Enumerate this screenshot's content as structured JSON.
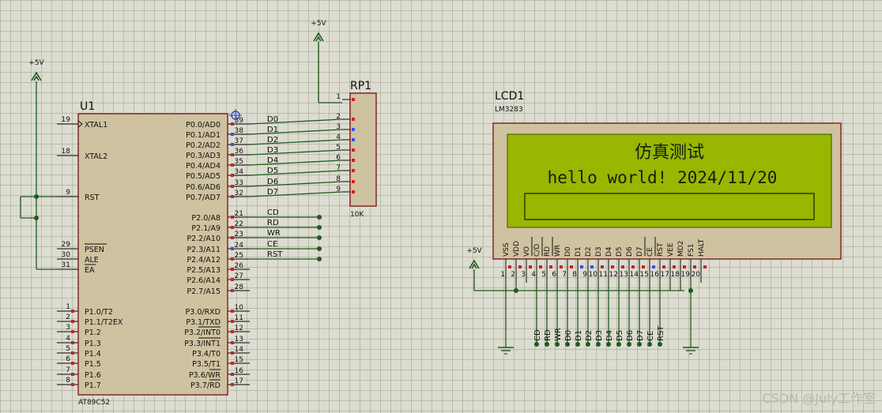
{
  "colors": {
    "wire": "#1e5a1e",
    "body_fill": "#cfc2a0",
    "body_stroke": "#7a1e1e",
    "pin_red": "#d02020",
    "pin_blue": "#3a50e0",
    "lcd_screen": "#99b600",
    "lcd_text": "#102010",
    "power": "#1e5a1e"
  },
  "power": {
    "label_u1": "+5V",
    "label_rp1": "+5V",
    "label_lcd": "+5V"
  },
  "u1": {
    "ref": "U1",
    "part": "AT89C52",
    "left_pins": [
      {
        "num": "19",
        "name": "XTAL1"
      },
      {
        "num": "18",
        "name": "XTAL2"
      },
      {
        "num": "9",
        "name": "RST"
      },
      {
        "num": "29",
        "name": "PSEN"
      },
      {
        "num": "30",
        "name": "ALE"
      },
      {
        "num": "31",
        "name": "EA"
      },
      {
        "num": "1",
        "name": "P1.0/T2"
      },
      {
        "num": "2",
        "name": "P1.1/T2EX"
      },
      {
        "num": "3",
        "name": "P1.2"
      },
      {
        "num": "4",
        "name": "P1.3"
      },
      {
        "num": "5",
        "name": "P1.4"
      },
      {
        "num": "6",
        "name": "P1.5"
      },
      {
        "num": "7",
        "name": "P1.6"
      },
      {
        "num": "8",
        "name": "P1.7"
      }
    ],
    "right_pins": [
      {
        "num": "39",
        "name": "P0.0/AD0",
        "net": "D0"
      },
      {
        "num": "38",
        "name": "P0.1/AD1",
        "net": "D1"
      },
      {
        "num": "37",
        "name": "P0.2/AD2",
        "net": "D2"
      },
      {
        "num": "36",
        "name": "P0.3/AD3",
        "net": "D3"
      },
      {
        "num": "35",
        "name": "P0.4/AD4",
        "net": "D4"
      },
      {
        "num": "34",
        "name": "P0.5/AD5",
        "net": "D5"
      },
      {
        "num": "33",
        "name": "P0.6/AD6",
        "net": "D6"
      },
      {
        "num": "32",
        "name": "P0.7/AD7",
        "net": "D7"
      },
      {
        "num": "21",
        "name": "P2.0/A8",
        "net": "CD"
      },
      {
        "num": "22",
        "name": "P2.1/A9",
        "net": "RD"
      },
      {
        "num": "23",
        "name": "P2.2/A10",
        "net": "WR"
      },
      {
        "num": "24",
        "name": "P2.3/A11",
        "net": "CE"
      },
      {
        "num": "25",
        "name": "P2.4/A12",
        "net": "RST"
      },
      {
        "num": "26",
        "name": "P2.5/A13",
        "net": ""
      },
      {
        "num": "27",
        "name": "P2.6/A14",
        "net": ""
      },
      {
        "num": "28",
        "name": "P2.7/A15",
        "net": ""
      },
      {
        "num": "10",
        "name": "P3.0/RXD",
        "net": ""
      },
      {
        "num": "11",
        "name": "P3.1/TXD",
        "net": ""
      },
      {
        "num": "12",
        "name": "P3.2/INT0",
        "net": ""
      },
      {
        "num": "13",
        "name": "P3.3/INT1",
        "net": ""
      },
      {
        "num": "14",
        "name": "P3.4/T0",
        "net": ""
      },
      {
        "num": "15",
        "name": "P3.5/T1",
        "net": ""
      },
      {
        "num": "16",
        "name": "P3.6/WR",
        "net": ""
      },
      {
        "num": "17",
        "name": "P3.7/RD",
        "net": ""
      }
    ]
  },
  "rp1": {
    "ref": "RP1",
    "value": "10K",
    "pins": [
      "1",
      "2",
      "3",
      "4",
      "5",
      "6",
      "7",
      "8",
      "9"
    ]
  },
  "lcd": {
    "ref": "LCD1",
    "part": "LM3283",
    "line1": "仿真测试",
    "line2": "hello world! 2024/11/20",
    "pins": [
      {
        "num": "1",
        "name": "VSS"
      },
      {
        "num": "2",
        "name": "VDD"
      },
      {
        "num": "3",
        "name": "VO"
      },
      {
        "num": "4",
        "name": "C/D"
      },
      {
        "num": "5",
        "name": "RD"
      },
      {
        "num": "6",
        "name": "WR"
      },
      {
        "num": "7",
        "name": "D0"
      },
      {
        "num": "8",
        "name": "D1"
      },
      {
        "num": "9",
        "name": "D2"
      },
      {
        "num": "10",
        "name": "D3"
      },
      {
        "num": "11",
        "name": "D4"
      },
      {
        "num": "12",
        "name": "D5"
      },
      {
        "num": "13",
        "name": "D6"
      },
      {
        "num": "14",
        "name": "D7"
      },
      {
        "num": "15",
        "name": "CE"
      },
      {
        "num": "16",
        "name": "RST"
      },
      {
        "num": "17",
        "name": "VEE"
      },
      {
        "num": "18",
        "name": "MD2"
      },
      {
        "num": "19",
        "name": "FS1"
      },
      {
        "num": "20",
        "name": "HALT"
      }
    ],
    "bus_labels": [
      "CD",
      "RD",
      "WR",
      "D0",
      "D1",
      "D2",
      "D3",
      "D4",
      "D5",
      "D6",
      "D7",
      "CE",
      "RST"
    ]
  },
  "watermark": "CSDN @July工作室"
}
